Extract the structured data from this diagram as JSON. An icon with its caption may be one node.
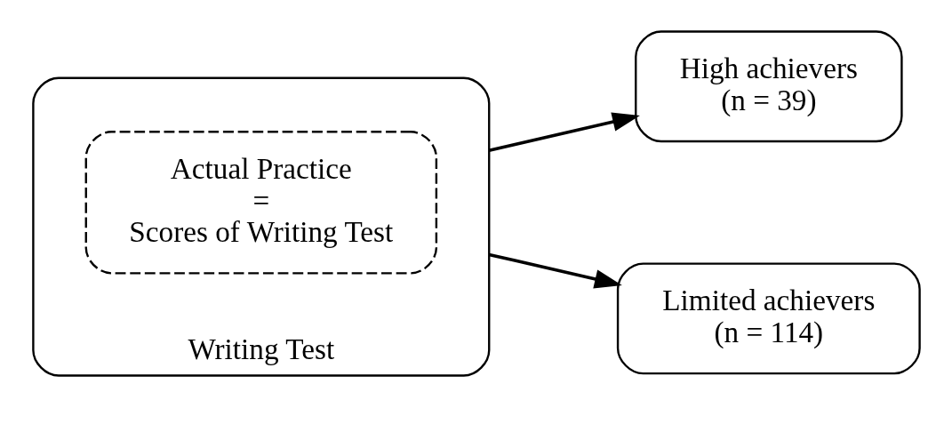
{
  "diagram": {
    "nodes": [
      {
        "text": [
          "Writing Test"
        ]
      },
      {
        "text": [
          "Actual Practice = Scores of Writing Test"
        ],
        "in": 0
      },
      {
        "text": [
          "High achievers (n = 39)"
        ]
      },
      {
        "text": [
          "Limited achievers (n = 114)"
        ]
      }
    ],
    "edges": [
      {
        "from": 0,
        "to": 2,
        "arrow": "to"
      },
      {
        "from": 0,
        "to": 3,
        "arrow": "to"
      }
    ]
  }
}
